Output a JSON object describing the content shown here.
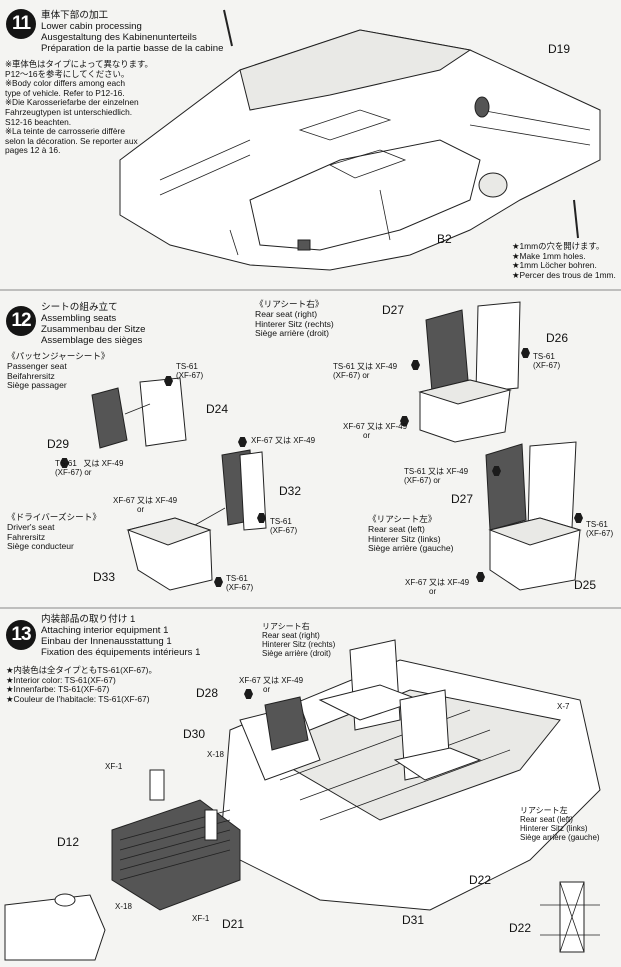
{
  "step11": {
    "number": "11",
    "title_lines": [
      "車体下部の加工",
      "Lower cabin processing",
      "Ausgestaltung des Kabinenunterteils",
      "Préparation de la partie basse de la cabine"
    ],
    "notes": [
      "※車体色はタイプによって異なります。",
      "P12〜16を参考にしてください。",
      "※Body color differs among each",
      "type of vehicle. Refer to P12-16.",
      "※Die Karosseriefarbe der einzelnen",
      "Fahrzeugtypen ist unterschiedlich.",
      "S12-16 beachten.",
      "※La teinte de carrosserie diffère",
      "selon la décoration. Se reporter aux",
      "pages 12 à 16."
    ],
    "labels": {
      "d19": "D19",
      "b2": "B2"
    },
    "hole_note": [
      "★1mmの穴を開けます。",
      "★Make 1mm holes.",
      "★1mm Löcher bohren.",
      "★Percer des trous de 1mm."
    ]
  },
  "step12": {
    "number": "12",
    "title_lines": [
      "シートの組み立て",
      "Assembling seats",
      "Zusammenbau der Sitze",
      "Assemblage des sièges"
    ],
    "passenger": [
      "《パッセンジャーシート》",
      "Passenger seat",
      "Beifahrersitz",
      "Siège passager"
    ],
    "driver": [
      "《ドライバーズシート》",
      "Driver's seat",
      "Fahrersitz",
      "Siège conducteur"
    ],
    "rear_right": [
      "《リアシート右》",
      "Rear seat (right)",
      "Hinterer Sitz (rechts)",
      "Siège arrière (droit)"
    ],
    "rear_left": [
      "《リアシート左》",
      "Rear seat (left)",
      "Hinterer Sitz (links)",
      "Siège arrière (gauche)"
    ],
    "labels": {
      "d24": "D24",
      "d29": "D29",
      "d32": "D32",
      "d33": "D33",
      "d27a": "D27",
      "d26": "D26",
      "d27b": "D27",
      "d25": "D25"
    },
    "paint": {
      "ts61_xf67": [
        "TS-61",
        "(XF-67)"
      ],
      "ts61_or_xf49": [
        "TS-61 又は XF-49",
        "(XF-67) or"
      ],
      "xf67_or_xf49": [
        "XF-67 又は XF-49",
        "or"
      ]
    }
  },
  "step13": {
    "number": "13",
    "title_lines": [
      "内装部品の取り付け 1",
      "Attaching interior equipment 1",
      "Einbau der Innenausstattung 1",
      "Fixation des équipements intérieurs 1"
    ],
    "notes": [
      "★内装色は全タイプともTS-61(XF-67)。",
      "★Interior color: TS-61(XF-67)",
      "★Innenfarbe: TS-61(XF-67)",
      "★Couleur de l'habitacle: TS-61(XF-67)"
    ],
    "rear_right": [
      "リアシート右",
      "Rear seat (right)",
      "Hinterer Sitz (rechts)",
      "Siège arrière (droit)"
    ],
    "rear_left": [
      "リアシート左",
      "Rear seat (left)",
      "Hinterer Sitz (links)",
      "Siège arrière (gauche)"
    ],
    "labels": {
      "d28": "D28",
      "d30": "D30",
      "d12": "D12",
      "d21": "D21",
      "d31": "D31",
      "d22a": "D22",
      "d22b": "D22"
    },
    "small": {
      "x18a": "X-18",
      "xf1a": "XF-1",
      "x18b": "X-18",
      "xf1b": "XF-1",
      "x7": "X-7",
      "xf67": "XF-67 又は XF-49",
      "or": "or"
    }
  }
}
